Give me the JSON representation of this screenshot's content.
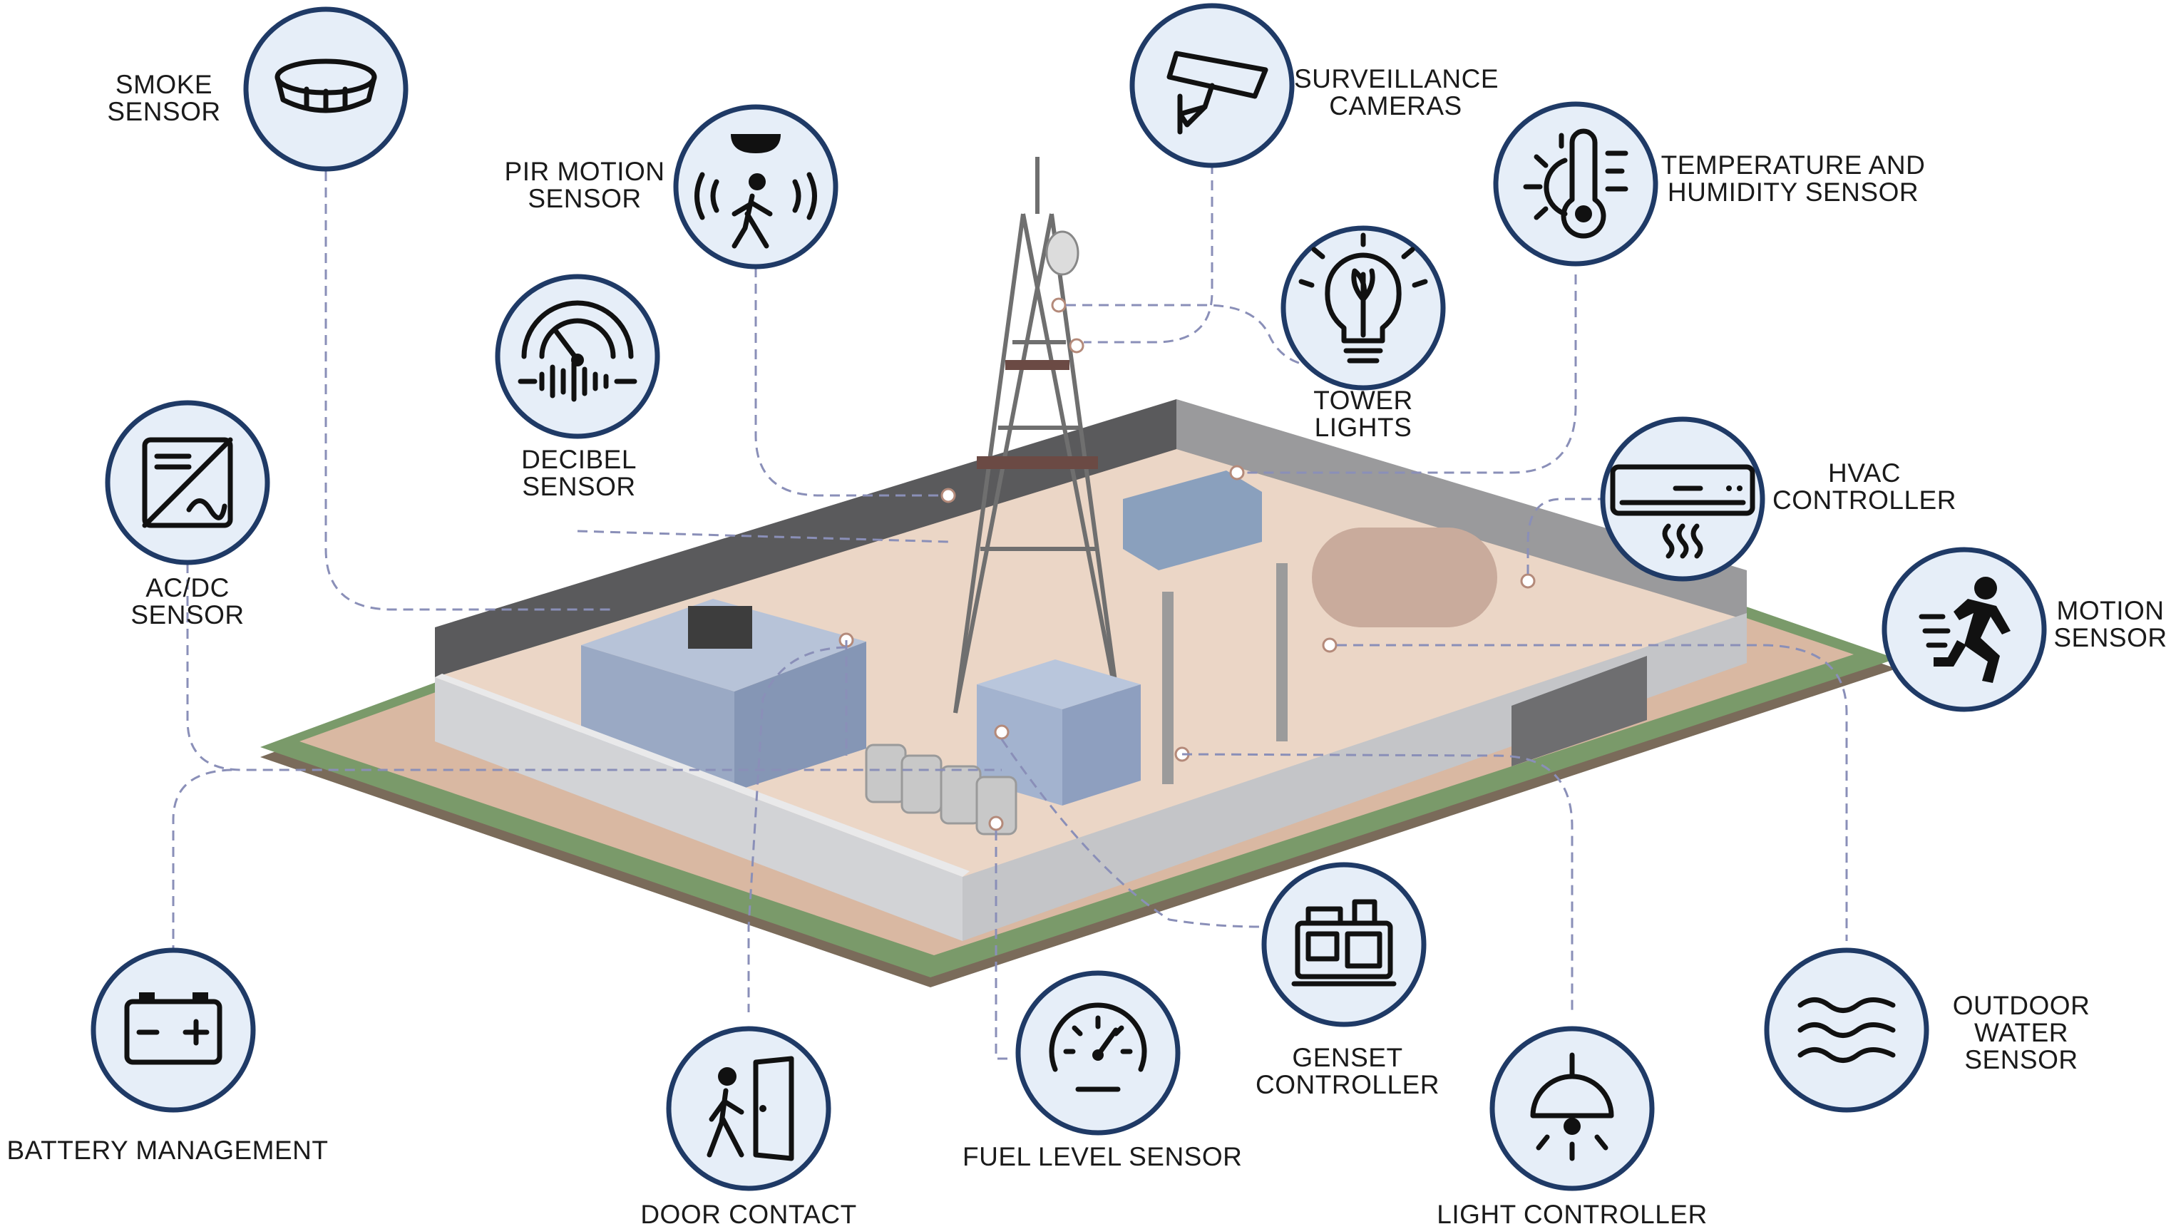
{
  "colors": {
    "circle_fill": "#e6eef8",
    "circle_stroke": "#1f3a66",
    "icon": "#111111",
    "connector": "#8a8fb8",
    "ground": "#7a9a6a",
    "wall": "#cfd0d3",
    "floor": "#e8d3c3"
  },
  "labels": {
    "smoke_sensor": "SMOKE\nSENSOR",
    "pir_motion_sensor": "PIR MOTION\nSENSOR",
    "surveillance_cameras": "SURVEILLANCE\nCAMERAS",
    "temperature_humidity_sensor": "TEMPERATURE AND\nHUMIDITY SENSOR",
    "tower_lights": "TOWER\nLIGHTS",
    "decibel_sensor": "DECIBEL\nSENSOR",
    "acdc_sensor": "AC/DC\nSENSOR",
    "hvac_controller": "HVAC\nCONTROLLER",
    "motion_sensor": "MOTION\nSENSOR",
    "battery_management": "BATTERY MANAGEMENT",
    "door_contact": "DOOR CONTACT",
    "fuel_level_sensor": "FUEL LEVEL SENSOR",
    "genset_controller": "GENSET\nCONTROLLER",
    "light_controller": "LIGHT CONTROLLER",
    "outdoor_water_sensor": "OUTDOOR\nWATER\nSENSOR"
  },
  "icons": {
    "smoke_sensor": "smoke-detector-icon",
    "pir_motion_sensor": "pir-motion-icon",
    "surveillance_cameras": "cctv-camera-icon",
    "temperature_humidity_sensor": "thermometer-sun-icon",
    "tower_lights": "light-bulb-icon",
    "decibel_sensor": "decibel-meter-icon",
    "acdc_sensor": "ac-dc-converter-icon",
    "hvac_controller": "air-conditioner-icon",
    "motion_sensor": "running-person-icon",
    "battery_management": "battery-icon",
    "door_contact": "door-exit-icon",
    "fuel_level_sensor": "gauge-icon",
    "genset_controller": "generator-icon",
    "light_controller": "ceiling-lamp-icon",
    "outdoor_water_sensor": "water-waves-icon"
  }
}
